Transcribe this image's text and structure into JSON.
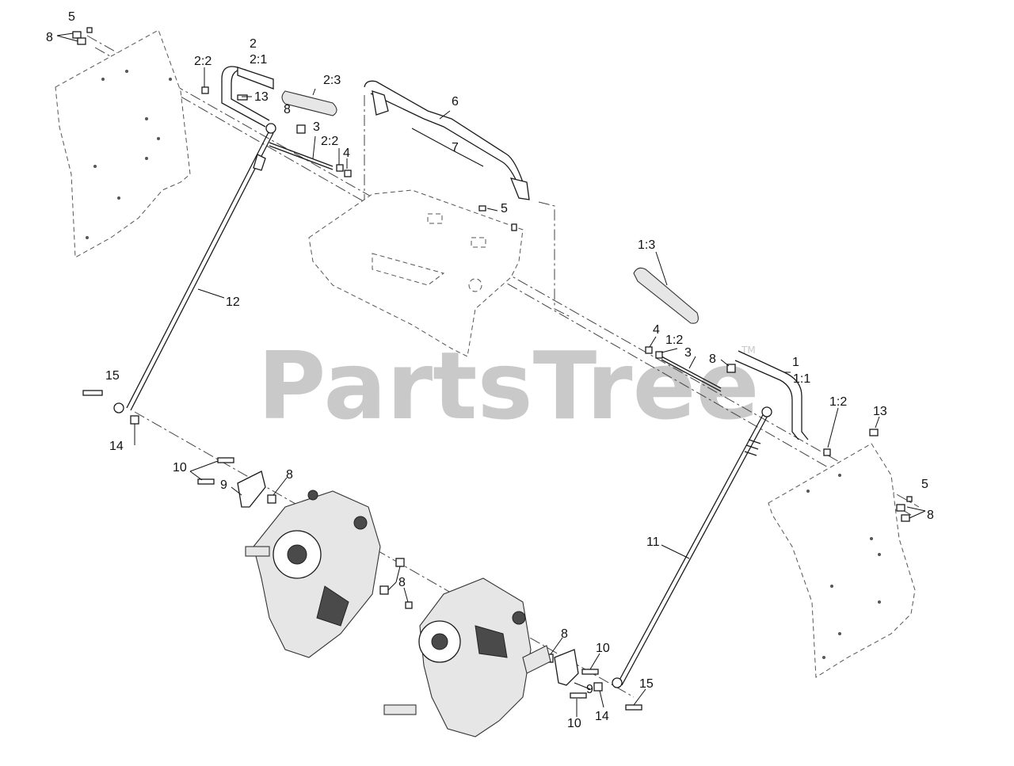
{
  "watermark": {
    "text": "PartsTree",
    "mark": "TM"
  },
  "callouts": [
    {
      "id": "c-5a",
      "text": "5"
    },
    {
      "id": "c-8a",
      "text": "8"
    },
    {
      "id": "c-2",
      "text": "2"
    },
    {
      "id": "c-21",
      "text": "2:1"
    },
    {
      "id": "c-22a",
      "text": "2:2"
    },
    {
      "id": "c-23",
      "text": "2:3"
    },
    {
      "id": "c-13a",
      "text": "13"
    },
    {
      "id": "c-8b",
      "text": "8"
    },
    {
      "id": "c-3a",
      "text": "3"
    },
    {
      "id": "c-22b",
      "text": "2:2"
    },
    {
      "id": "c-4a",
      "text": "4"
    },
    {
      "id": "c-6",
      "text": "6"
    },
    {
      "id": "c-7",
      "text": "7"
    },
    {
      "id": "c-5b",
      "text": "5"
    },
    {
      "id": "c-13b",
      "text": "1:3"
    },
    {
      "id": "c-12",
      "text": "12"
    },
    {
      "id": "c-4b",
      "text": "4"
    },
    {
      "id": "c-12b",
      "text": "1:2"
    },
    {
      "id": "c-3b",
      "text": "3"
    },
    {
      "id": "c-8c",
      "text": "8"
    },
    {
      "id": "c-1",
      "text": "1"
    },
    {
      "id": "c-11a",
      "text": "1:1"
    },
    {
      "id": "c-12c",
      "text": "1:2"
    },
    {
      "id": "c-13c",
      "text": "13"
    },
    {
      "id": "c-15a",
      "text": "15"
    },
    {
      "id": "c-14a",
      "text": "14"
    },
    {
      "id": "c-10a",
      "text": "10"
    },
    {
      "id": "c-9a",
      "text": "9"
    },
    {
      "id": "c-8d",
      "text": "8"
    },
    {
      "id": "c-5c",
      "text": "5"
    },
    {
      "id": "c-8e",
      "text": "8"
    },
    {
      "id": "c-11",
      "text": "11"
    },
    {
      "id": "c-8f",
      "text": "8"
    },
    {
      "id": "c-8g",
      "text": "8"
    },
    {
      "id": "c-10b",
      "text": "10"
    },
    {
      "id": "c-9b",
      "text": "9"
    },
    {
      "id": "c-15b",
      "text": "15"
    },
    {
      "id": "c-14b",
      "text": "14"
    },
    {
      "id": "c-10c",
      "text": "10"
    }
  ]
}
